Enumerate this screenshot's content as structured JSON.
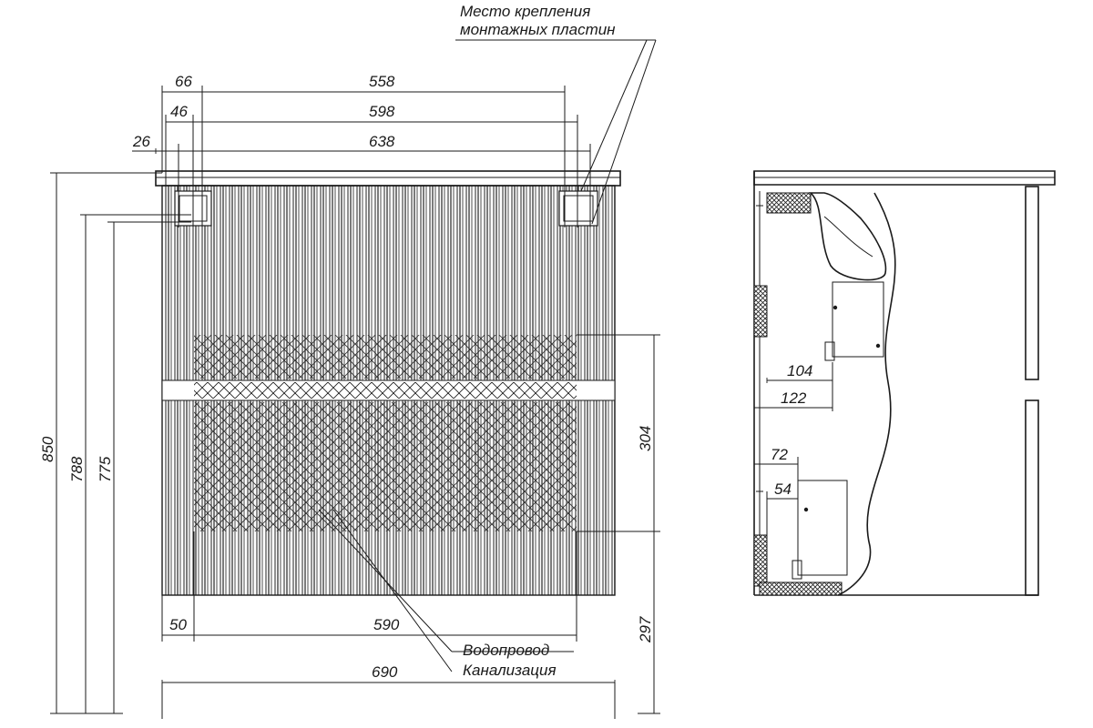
{
  "annotations": {
    "mounting_line1": "Место крепления",
    "mounting_line2": "монтажных пластин",
    "water_supply": "Водопровод",
    "sewerage": "Канализация"
  },
  "front_view": {
    "top_dims": {
      "d66": "66",
      "d558": "558",
      "d46": "46",
      "d598": "598",
      "d26": "26",
      "d638": "638"
    },
    "bottom_dims": {
      "d50": "50",
      "d590": "590",
      "d690": "690"
    },
    "left_dims": {
      "d850": "850",
      "d788": "788",
      "d775": "775"
    },
    "right_dims": {
      "d304": "304",
      "d297": "297"
    }
  },
  "side_view": {
    "dims": {
      "d104": "104",
      "d122": "122",
      "d72": "72",
      "d54": "54"
    }
  },
  "colors": {
    "line": "#1a1a1a",
    "background": "#ffffff"
  }
}
